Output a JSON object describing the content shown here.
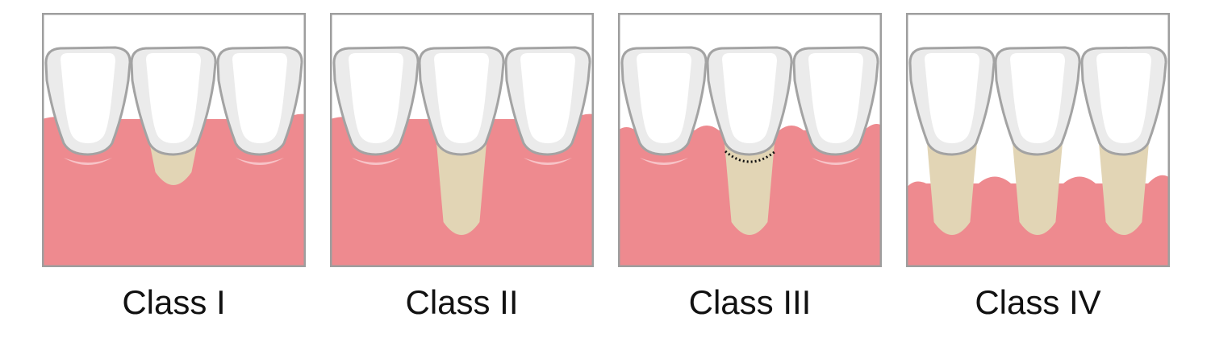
{
  "panels": [
    {
      "label": "Class I"
    },
    {
      "label": "Class II"
    },
    {
      "label": "Class III"
    },
    {
      "label": "Class IV"
    }
  ],
  "colors": {
    "gum": "#ee8a8f",
    "root": "#e2d5b5",
    "tooth": "#ebebeb",
    "enamel": "#ffffff",
    "outline": "#a3a3a3",
    "frame": "#9e9e9e",
    "gum_highlight": "#f7c2c6"
  }
}
